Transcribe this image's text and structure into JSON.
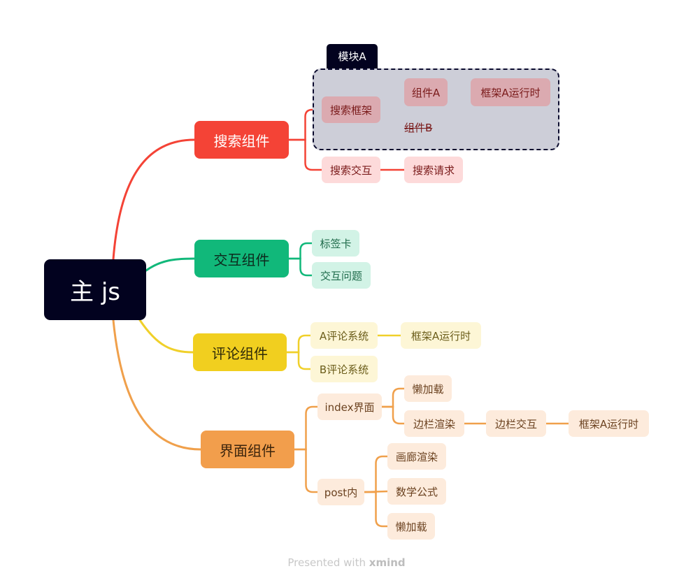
{
  "diagram": {
    "type": "mindmap",
    "root": {
      "label": "主 js"
    },
    "boundary": {
      "title": "模块A"
    },
    "branches": [
      {
        "id": "search",
        "label": "搜索组件",
        "color": "#f44336",
        "fill": "#f44336",
        "text_color": "#ffffff",
        "child_fill": "#fddada",
        "child_text": "#7a1a1a",
        "children": [
          {
            "label": "搜索框架",
            "in_boundary": true,
            "children": [
              {
                "label": "组件A",
                "children": [
                  {
                    "label": "框架A运行时"
                  }
                ]
              },
              {
                "label": "组件B",
                "strikethrough": true,
                "plain": true
              }
            ]
          },
          {
            "label": "搜索交互",
            "children": [
              {
                "label": "搜索请求"
              }
            ]
          }
        ]
      },
      {
        "id": "interact",
        "label": "交互组件",
        "color": "#11b87a",
        "fill": "#11b87a",
        "text_color": "#0d2a1d",
        "child_fill": "#d2f3e6",
        "child_text": "#1f6b4b",
        "children": [
          {
            "label": "标签卡"
          },
          {
            "label": "交互问题"
          }
        ]
      },
      {
        "id": "comment",
        "label": "评论组件",
        "color": "#f0d02a",
        "fill": "#f1cf1f",
        "text_color": "#2e2a08",
        "child_fill": "#fdf6d6",
        "child_text": "#6b5d1a",
        "children": [
          {
            "label": "A评论系统",
            "children": [
              {
                "label": "框架A运行时"
              }
            ]
          },
          {
            "label": "B评论系统"
          }
        ]
      },
      {
        "id": "ui",
        "label": "界面组件",
        "color": "#f0a04b",
        "fill": "#f29e4c",
        "text_color": "#3a230b",
        "child_fill": "#fdebdc",
        "child_text": "#6b4220",
        "children": [
          {
            "label": "index界面",
            "children": [
              {
                "label": "懒加载"
              },
              {
                "label": "边栏渲染",
                "children": [
                  {
                    "label": "边栏交互",
                    "children": [
                      {
                        "label": "框架A运行时"
                      }
                    ]
                  }
                ]
              }
            ]
          },
          {
            "label": "post内",
            "children": [
              {
                "label": "画廊渲染"
              },
              {
                "label": "数学公式"
              },
              {
                "label": "懒加载"
              }
            ]
          }
        ]
      }
    ]
  },
  "footer": {
    "prefix": "Presented with",
    "brand": "xmind"
  }
}
